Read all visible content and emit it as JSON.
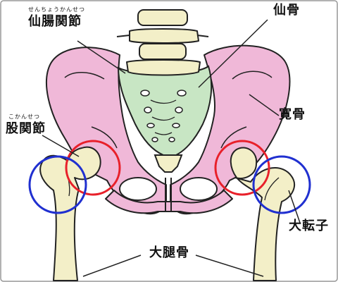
{
  "labels": {
    "sacroiliac_joint": {
      "ruby": "せんちょうかんせつ",
      "text": "仙腸関節"
    },
    "sacrum": {
      "text": "仙骨"
    },
    "hip_joint": {
      "ruby": "こかんせつ",
      "text": "股関節"
    },
    "ilium": {
      "text": "寛骨"
    },
    "greater_trochanter": {
      "text": "大転子"
    },
    "femur": {
      "text": "大腿骨"
    }
  },
  "colors": {
    "pelvis_fill": "#f0b8d8",
    "sacrum_fill": "#c8e6c4",
    "bone_fill": "#f3efc8",
    "outline": "#222222",
    "hip_joint_circle": "#e8202a",
    "trochanter_circle": "#2030d0",
    "border": "#999999"
  }
}
